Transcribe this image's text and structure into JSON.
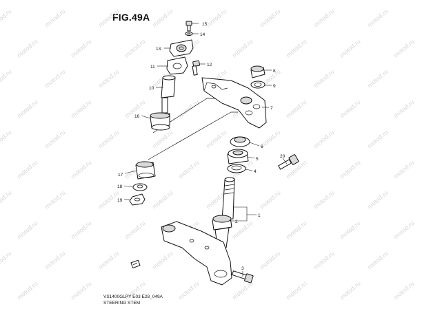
{
  "figure": {
    "title": "FIG.49A",
    "model_code": "VS1400GLPY E03 E28_049A",
    "name": "STEERING STEM"
  },
  "watermark": "motod.ru",
  "callouts": [
    {
      "id": "1",
      "label": "1"
    },
    {
      "id": "2",
      "label": "2"
    },
    {
      "id": "3",
      "label": "3"
    },
    {
      "id": "4",
      "label": "4"
    },
    {
      "id": "5",
      "label": "5"
    },
    {
      "id": "6",
      "label": "6"
    },
    {
      "id": "7",
      "label": "7"
    },
    {
      "id": "8",
      "label": "8"
    },
    {
      "id": "9",
      "label": "9"
    },
    {
      "id": "10",
      "label": "10"
    },
    {
      "id": "11",
      "label": "11"
    },
    {
      "id": "12",
      "label": "12"
    },
    {
      "id": "13",
      "label": "13"
    },
    {
      "id": "14",
      "label": "14"
    },
    {
      "id": "15",
      "label": "15"
    },
    {
      "id": "16",
      "label": "16"
    },
    {
      "id": "17",
      "label": "17"
    },
    {
      "id": "18",
      "label": "18"
    },
    {
      "id": "19",
      "label": "19"
    },
    {
      "id": "20",
      "label": "20"
    }
  ]
}
